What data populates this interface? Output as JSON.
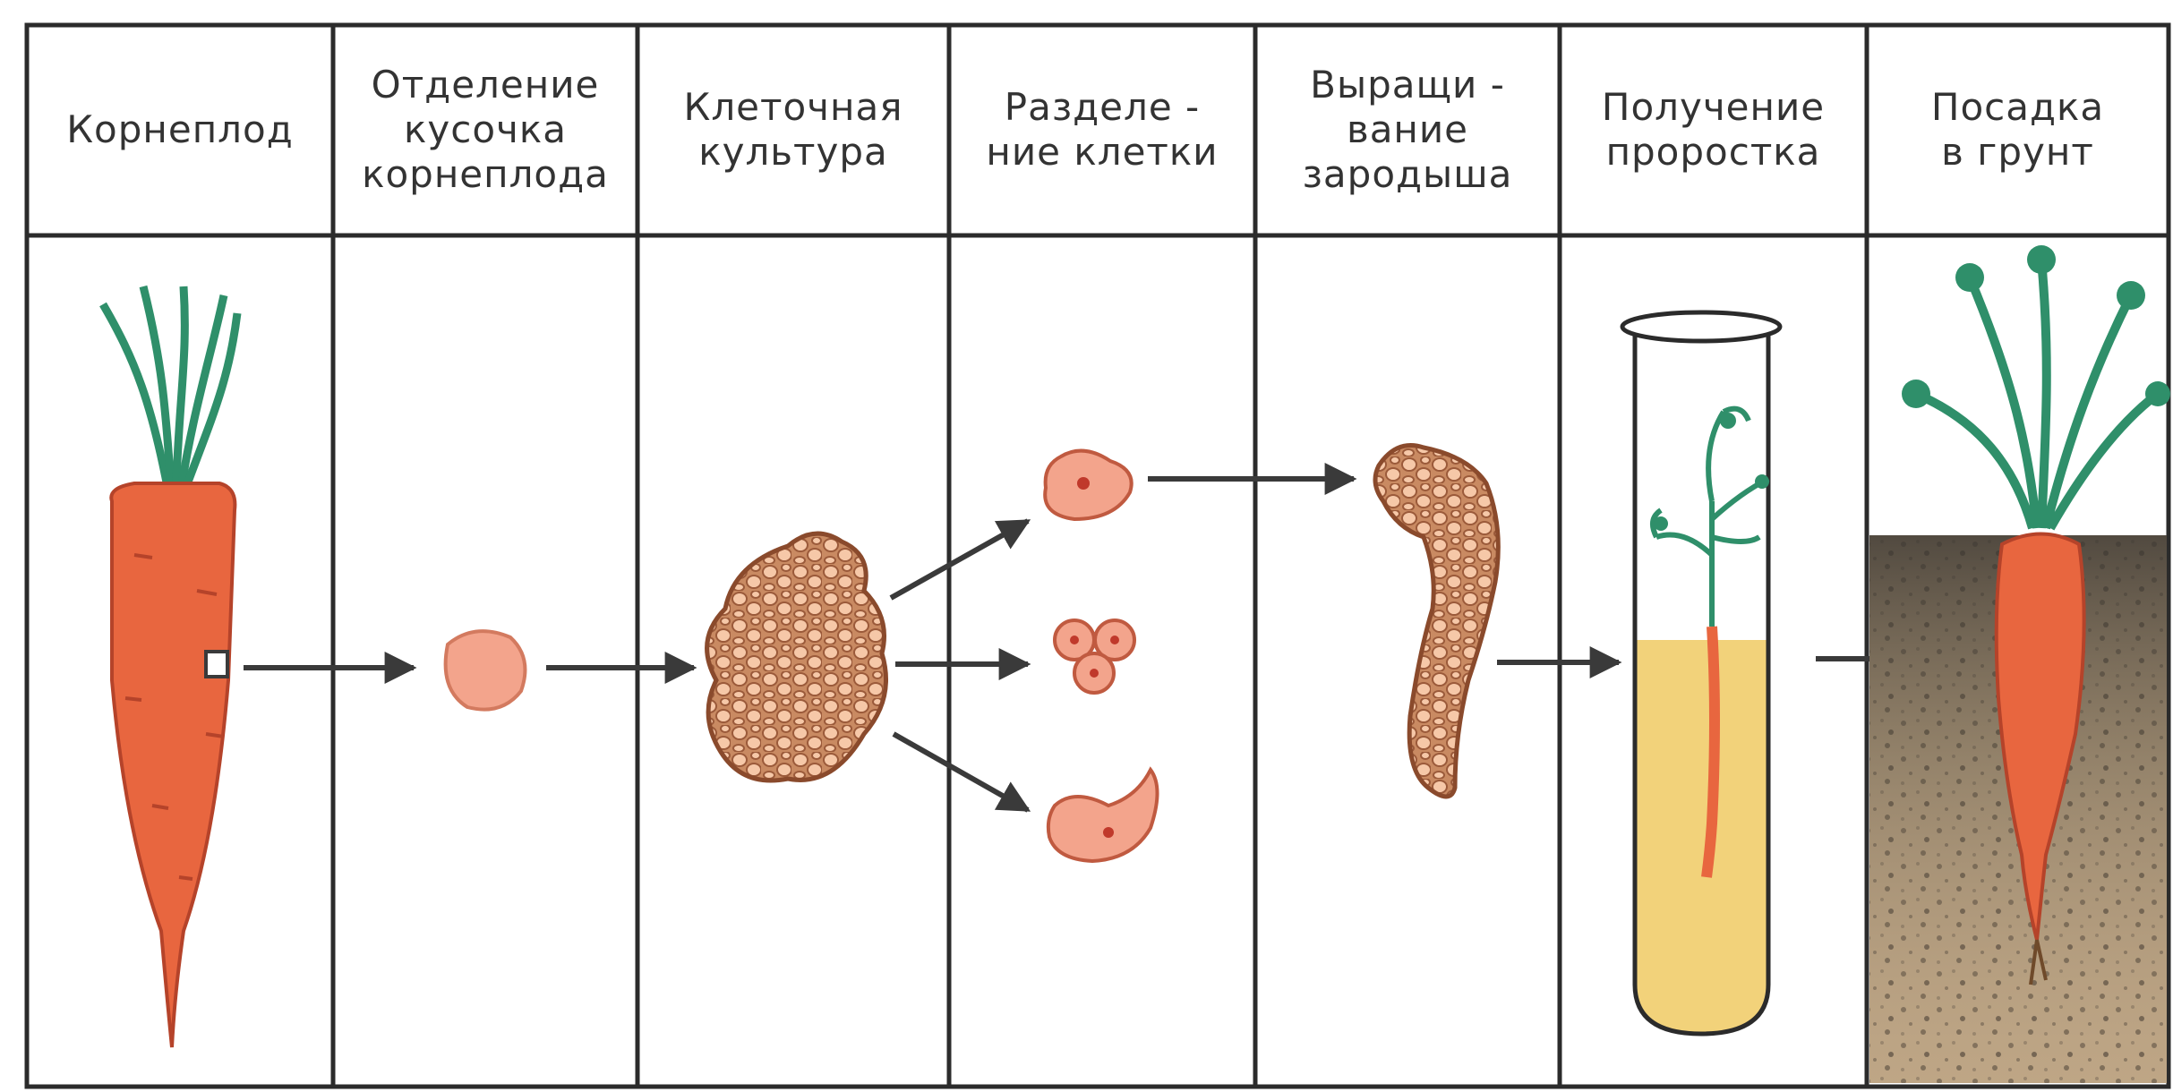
{
  "columns": [
    {
      "id": "root",
      "title_lines": [
        "Корнеплод"
      ]
    },
    {
      "id": "piece",
      "title_lines": [
        "Отделение",
        "кусочка",
        "корнеплода"
      ]
    },
    {
      "id": "culture",
      "title_lines": [
        "Клеточная",
        "культура"
      ]
    },
    {
      "id": "separation",
      "title_lines": [
        "Разделе -",
        "ние клетки"
      ]
    },
    {
      "id": "embryo",
      "title_lines": [
        "Выращи -",
        "вание",
        "зародыша"
      ]
    },
    {
      "id": "sprout",
      "title_lines": [
        "Получение",
        "проростка"
      ]
    },
    {
      "id": "planting",
      "title_lines": [
        "Посадка",
        "в грунт"
      ]
    }
  ],
  "colors": {
    "carrot": "#e8663f",
    "carrot_dark": "#b5432a",
    "tops": "#2f8f6a",
    "cell_fill": "#f3a48c",
    "cell_nucleus": "#c0392b",
    "tissue": "#d9926a",
    "medium": "#f2d27a",
    "soil": "#8a7b66",
    "arrow": "#3a3a3a",
    "grid": "#2b2b2b"
  }
}
